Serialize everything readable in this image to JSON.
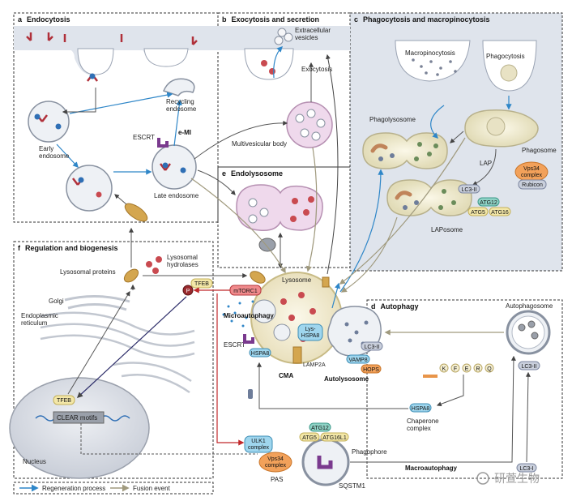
{
  "panels": {
    "a": {
      "letter": "a",
      "title": "Endocytosis"
    },
    "b": {
      "letter": "b",
      "title": "Exocytosis and secretion"
    },
    "c": {
      "letter": "c",
      "title": "Phagocytosis and macropinocytosis"
    },
    "d": {
      "letter": "d",
      "title": "Autophagy"
    },
    "e": {
      "letter": "e",
      "title": "Endolysosome"
    },
    "f": {
      "letter": "f",
      "title": "Regulation and biogenesis"
    }
  },
  "labels": {
    "recycling_endosome": [
      "Recycling",
      "endosome"
    ],
    "early_endosome": [
      "Early",
      "endosome"
    ],
    "escrt": "ESCRT",
    "emi": "e-MI",
    "late_endosome": "Late endosome",
    "extracellular_vesicles": [
      "Extracellular",
      "vesicles"
    ],
    "exocytosis": "Exocytosis",
    "multivesicular_body": "Multivesicular body",
    "macropinocytosis": "Macropinocytosis",
    "phagocytosis": "Phagocytosis",
    "phagolysosome": "Phagolysosome",
    "phagosome": "Phagosome",
    "lap": "LAP",
    "vps34_complex": [
      "Vps34",
      "complex"
    ],
    "rubicon": "Rubicon",
    "lc3_ii": "LC3-II",
    "atg12": "ATG12",
    "atg5": "ATG5",
    "atg16": "ATG16",
    "laposome": "LAPosome",
    "lysosomal_proteins": "Lysosomal proteins",
    "lysosomal_hydrolases": [
      "Lysosomal",
      "hydrolases"
    ],
    "golgi": "Golgi",
    "endoplasmic_reticulum": [
      "Endoplasmic",
      "reticulum"
    ],
    "tfeb": "TFEB",
    "p": "P",
    "mtorc1": "mTORC1",
    "lysosome": "Lysosome",
    "microautophagy": "Microautophagy",
    "lys_hspa8": [
      "Lys-",
      "HSPA8"
    ],
    "escrt2": "ESCRT",
    "hspa8": "HSPA8",
    "lamp2a": "LAMP2A",
    "cma": "CMA",
    "vamp8": "VAMP8",
    "hops": "HOPS",
    "autolysosome": "Autolysosome",
    "autophagosome": "Autophagosome",
    "kferq": [
      "K",
      "F",
      "E",
      "R",
      "Q"
    ],
    "chaperone_complex": [
      "Chaperone",
      "complex"
    ],
    "clear_motifs": "CLEAR motifs",
    "nucleus": "Nucleus",
    "ulk1_complex": [
      "ULK1",
      "complex"
    ],
    "atg16l1": "ATG16L1",
    "phagophore": "Phagophore",
    "pas": "PAS",
    "macroautophagy": "Macroautophagy",
    "sqstm1": "SQSTM1",
    "lc3_i": "LC3-I"
  },
  "legend": {
    "regeneration": "Regeneration process",
    "fusion": "Fusion event"
  },
  "watermark": "研萱生物",
  "colors": {
    "regeneration_arrow": "#2e86c8",
    "fusion_arrow": "#a09a7e",
    "mtorc1_line": "#c0282b",
    "receptor": "#b0303a",
    "cargo": "#2f6fb5",
    "lysosome_fill": "#f4eed6",
    "mvb_fill": "#efd9ec",
    "endosome_fill": "#eef1f5",
    "membrane_bg": "#dfe4ec"
  }
}
